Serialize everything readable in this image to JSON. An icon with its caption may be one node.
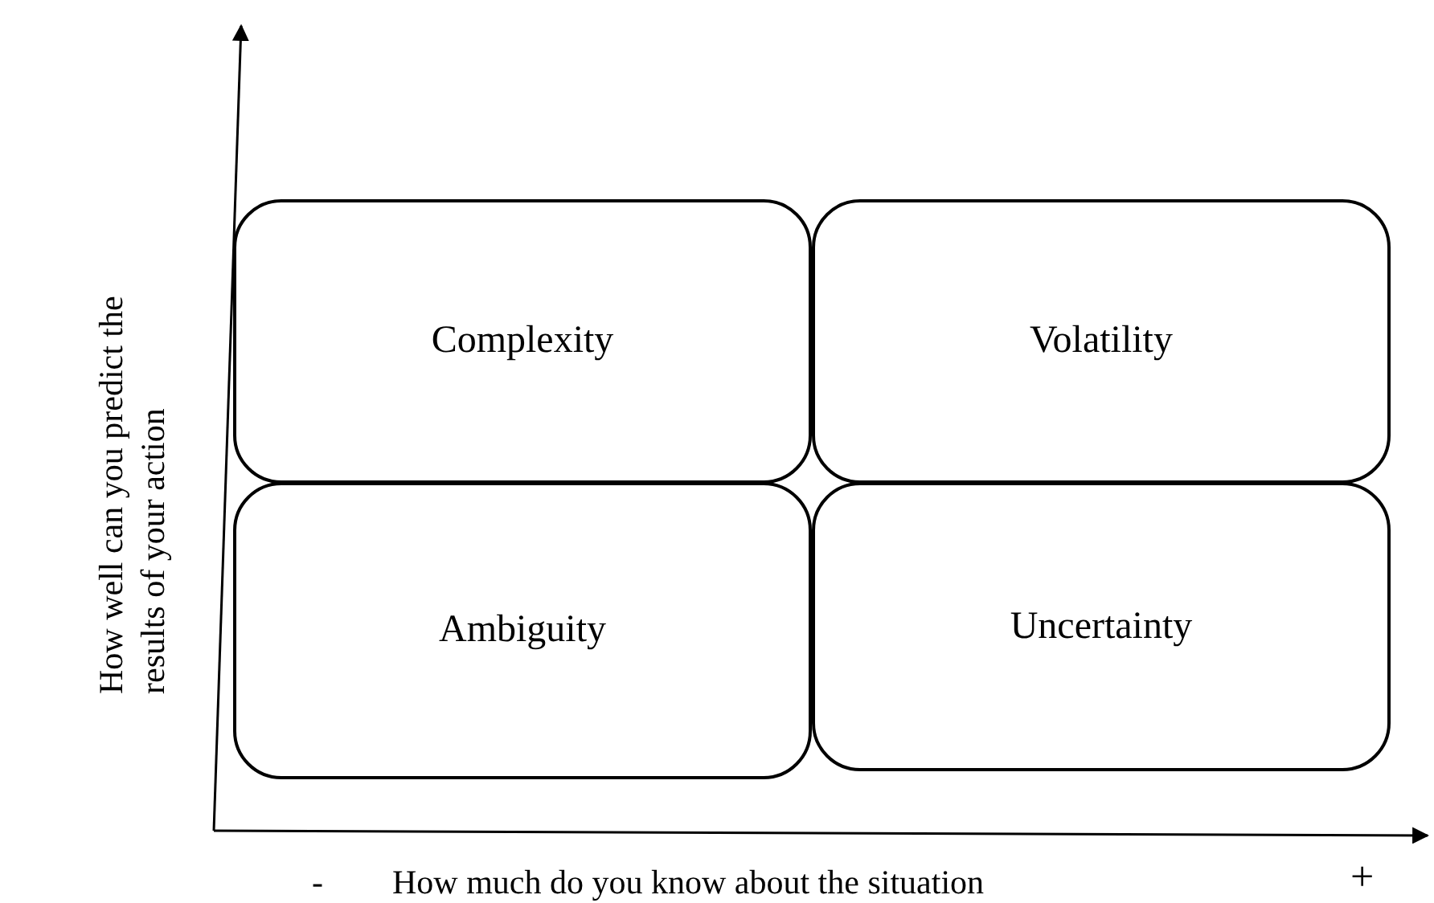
{
  "diagram": {
    "nodes": [
      {
        "text": [
          "Complexity"
        ]
      },
      {
        "text": [
          "Volatility"
        ]
      },
      {
        "text": [
          "Ambiguity"
        ]
      },
      {
        "text": [
          "Uncertainty"
        ]
      }
    ],
    "edges": [],
    "labels": [
      "How well can you predict the results of your action",
      "-",
      "How much do you know about the situation",
      "+"
    ]
  }
}
